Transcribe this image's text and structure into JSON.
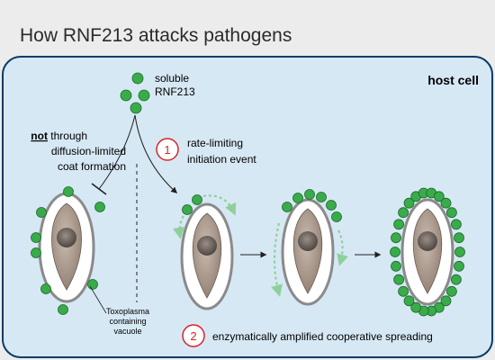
{
  "title": "How RNF213 attacks pathogens",
  "panel": {
    "label": "host cell",
    "fill": "#d6e8f4",
    "stroke": "#0a3d66"
  },
  "soluble_label": {
    "line1": "soluble",
    "line2": "RNF213"
  },
  "blocked_path": {
    "word_emphasis": "not",
    "line1_rest": " through",
    "line2": "diffusion-limited",
    "line3": "coat formation"
  },
  "step1": {
    "number": "1",
    "line1": "rate-limiting",
    "line2": "initiation event"
  },
  "step2": {
    "number": "2",
    "text": "enzymatically amplified cooperative spreading"
  },
  "vacuole_label": {
    "line1": "Toxoplasma",
    "line2": "containing",
    "line3": "vacuole"
  },
  "colors": {
    "protein_fill": "#3aab4a",
    "protein_stroke": "#1c6a2a",
    "parasite_fill": "#a8968a",
    "nucleus_fill": "#6e645e",
    "vacuole_stroke": "#8a8a8a",
    "step_ring": "#d9252a",
    "spread_arrow": "#8fd09a"
  },
  "icons": [
    "vacuole-icon",
    "protein-dot-icon",
    "spread-arrow-icon"
  ]
}
